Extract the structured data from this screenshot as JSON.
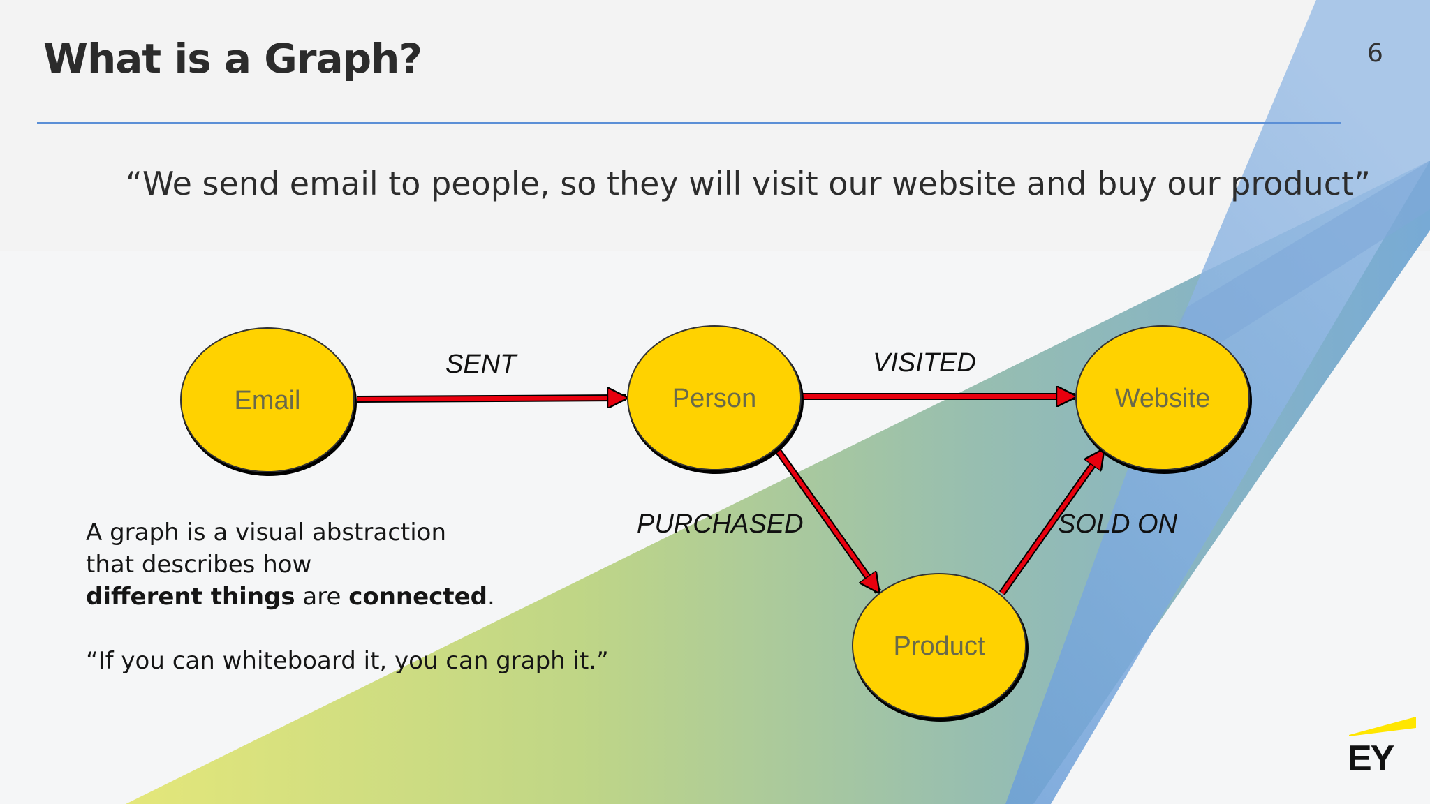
{
  "slide": {
    "title": "What is a Graph?",
    "page_number": "6",
    "quote": "“We send email to people, so they will visit our website and buy our product”"
  },
  "diagram": {
    "nodes": [
      {
        "id": "email",
        "label": "Email"
      },
      {
        "id": "person",
        "label": "Person"
      },
      {
        "id": "website",
        "label": "Website"
      },
      {
        "id": "product",
        "label": "Product"
      }
    ],
    "edges": [
      {
        "from": "email",
        "to": "person",
        "label": "SENT"
      },
      {
        "from": "person",
        "to": "website",
        "label": "VISITED"
      },
      {
        "from": "person",
        "to": "product",
        "label": "PURCHASED"
      },
      {
        "from": "product",
        "to": "website",
        "label": "SOLD ON"
      }
    ],
    "colors": {
      "node_fill": "#ffd200",
      "node_stroke": "#1a1a1a",
      "edge_color": "#e8000e"
    }
  },
  "description": {
    "line1": "A graph is a visual abstraction",
    "line2": "that describes how",
    "line3_bold1": "different things",
    "line3_mid": " are ",
    "line3_bold2": "connected",
    "line3_end": ".",
    "quote2": "“If you can whiteboard it, you can graph it.”"
  },
  "brand": {
    "logo_text": "EY",
    "accent": "#ffe600"
  }
}
